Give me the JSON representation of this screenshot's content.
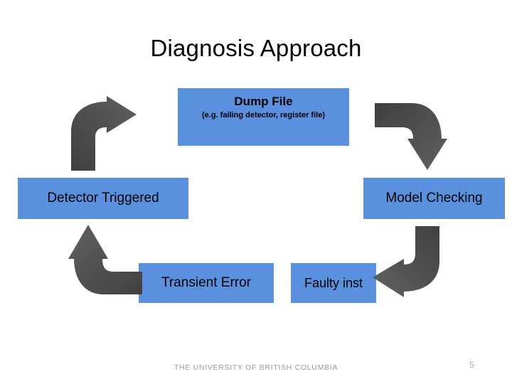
{
  "slide": {
    "title": "Diagnosis Approach",
    "background_color": "#FFFFFF",
    "node_fill_color": "#5B90DF",
    "arrow_color": "#565656",
    "text_color": "#000000"
  },
  "diagram": {
    "type": "cycle",
    "nodes": [
      {
        "id": "dump-file",
        "label": "Dump File",
        "sublabel": "(e.g. failing detector, register file)"
      },
      {
        "id": "detector-triggered",
        "label": "Detector Triggered",
        "sublabel": ""
      },
      {
        "id": "model-checking",
        "label": "Model Checking",
        "sublabel": ""
      },
      {
        "id": "transient-error",
        "label": "Transient Error",
        "sublabel": ""
      },
      {
        "id": "faulty-inst",
        "label": "Faulty inst",
        "sublabel": ""
      }
    ],
    "arrows": [
      {
        "id": "detector-to-dump",
        "from": "detector-triggered",
        "to": "dump-file",
        "direction": "right"
      },
      {
        "id": "dump-to-model",
        "from": "dump-file",
        "to": "model-checking",
        "direction": "down"
      },
      {
        "id": "model-to-faulty",
        "from": "model-checking",
        "to": "faulty-inst",
        "direction": "left"
      },
      {
        "id": "transient-to-detector",
        "from": "transient-error",
        "to": "detector-triggered",
        "direction": "up"
      }
    ]
  },
  "footer": {
    "institution": "THE UNIVERSITY OF BRITISH COLUMBIA",
    "page_number": "5"
  }
}
